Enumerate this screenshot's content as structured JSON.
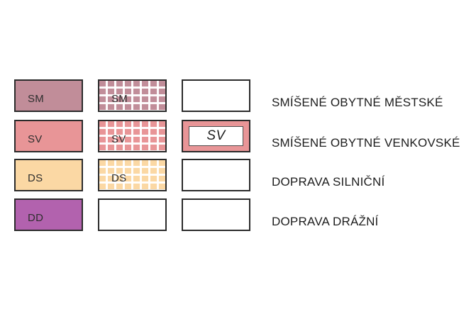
{
  "legend": {
    "rows": [
      {
        "code": "SM",
        "label": "SMÍŠENÉ OBYTNÉ MĚSTSKÉ",
        "color": "#c18d99",
        "swatches": [
          "solid",
          "grid-hatch",
          "empty"
        ]
      },
      {
        "code": "SV",
        "label": "SMÍŠENÉ OBYTNÉ VENKOVSKÉ",
        "color": "#e89597",
        "swatches": [
          "solid",
          "grid-hatch",
          "outlined-band"
        ]
      },
      {
        "code": "DS",
        "label": "DOPRAVA SILNIČNÍ",
        "color": "#fbd8a4",
        "swatches": [
          "solid",
          "grid-hatch",
          "empty"
        ]
      },
      {
        "code": "DD",
        "label": "DOPRAVA DRÁŽNÍ",
        "color": "#b262ae",
        "swatches": [
          "solid",
          "empty",
          "empty"
        ]
      }
    ],
    "colors": {
      "swatch_border": "#2b2b2b",
      "grid_line": "#ffffff",
      "code_text": "#2e2e2e",
      "label_text": "#1d1d1d",
      "background": "#ffffff"
    }
  }
}
